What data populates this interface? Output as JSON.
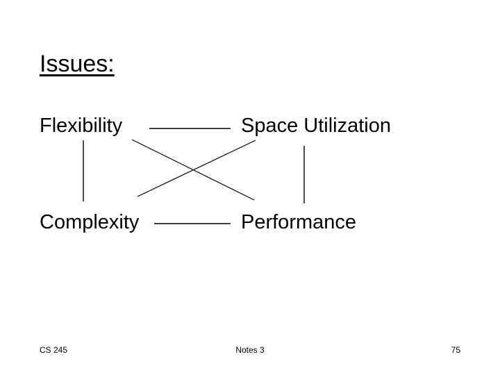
{
  "slide": {
    "title": "Issues:",
    "page_background": "#ffffff",
    "text_color": "#000000",
    "line_color": "#000000"
  },
  "diagram": {
    "nodes": [
      {
        "id": "flexibility",
        "label": "Flexibility",
        "position": "top-left"
      },
      {
        "id": "space-utilization",
        "label": "Space Utilization",
        "position": "top-right"
      },
      {
        "id": "complexity",
        "label": "Complexity",
        "position": "bottom-left"
      },
      {
        "id": "performance",
        "label": "Performance",
        "position": "bottom-right"
      }
    ],
    "connectors": [
      {
        "id": "top-horizontal",
        "from": "flexibility",
        "to": "space-utilization",
        "kind": "horizontal"
      },
      {
        "id": "bottom-horizontal",
        "from": "complexity",
        "to": "performance",
        "kind": "horizontal"
      },
      {
        "id": "left-vertical",
        "from": "flexibility",
        "to": "complexity",
        "kind": "vertical"
      },
      {
        "id": "right-vertical",
        "from": "space-utilization",
        "to": "performance",
        "kind": "vertical"
      },
      {
        "id": "diagonal-descending",
        "from": "flexibility",
        "to": "performance",
        "kind": "diagonal"
      },
      {
        "id": "diagonal-ascending",
        "from": "complexity",
        "to": "space-utilization",
        "kind": "diagonal"
      }
    ]
  },
  "footer": {
    "course": "CS 245",
    "section": "Notes 3",
    "page_number": "75"
  }
}
